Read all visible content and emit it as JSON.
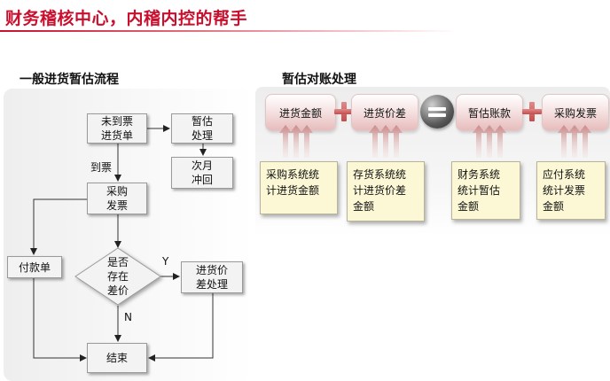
{
  "header": {
    "title": "财务稽核中心，内稽内控的帮手"
  },
  "left_section": {
    "title": "一般进货暂估流程",
    "nodes": {
      "not_invoiced": "未到票\n进货单",
      "estimate": "暂估\n处理",
      "reverse": "次月\n冲回",
      "purchase_invoice": "采购\n发票",
      "payment": "付款单",
      "decision": "是否\n存在\n差价",
      "variance": "进货价\n差处理",
      "end": "结束"
    },
    "labels": {
      "invoice_arrived": "到票",
      "yes": "Y",
      "no": "N"
    }
  },
  "right_section": {
    "title": "暂估对账处理",
    "pills": [
      "进货金额",
      "进货价差",
      "暂估账款",
      "采购发票"
    ],
    "notes": [
      "采购系统统\n计进货金额",
      "存货系统统\n计进货价差\n金额",
      "财务系统\n统计暂估\n金额",
      "应付系统\n统计发票\n金额"
    ]
  },
  "colors": {
    "title_red": "#c8102e",
    "plus_red": "#c74b4b",
    "note_fill": "#fcf8d6"
  }
}
